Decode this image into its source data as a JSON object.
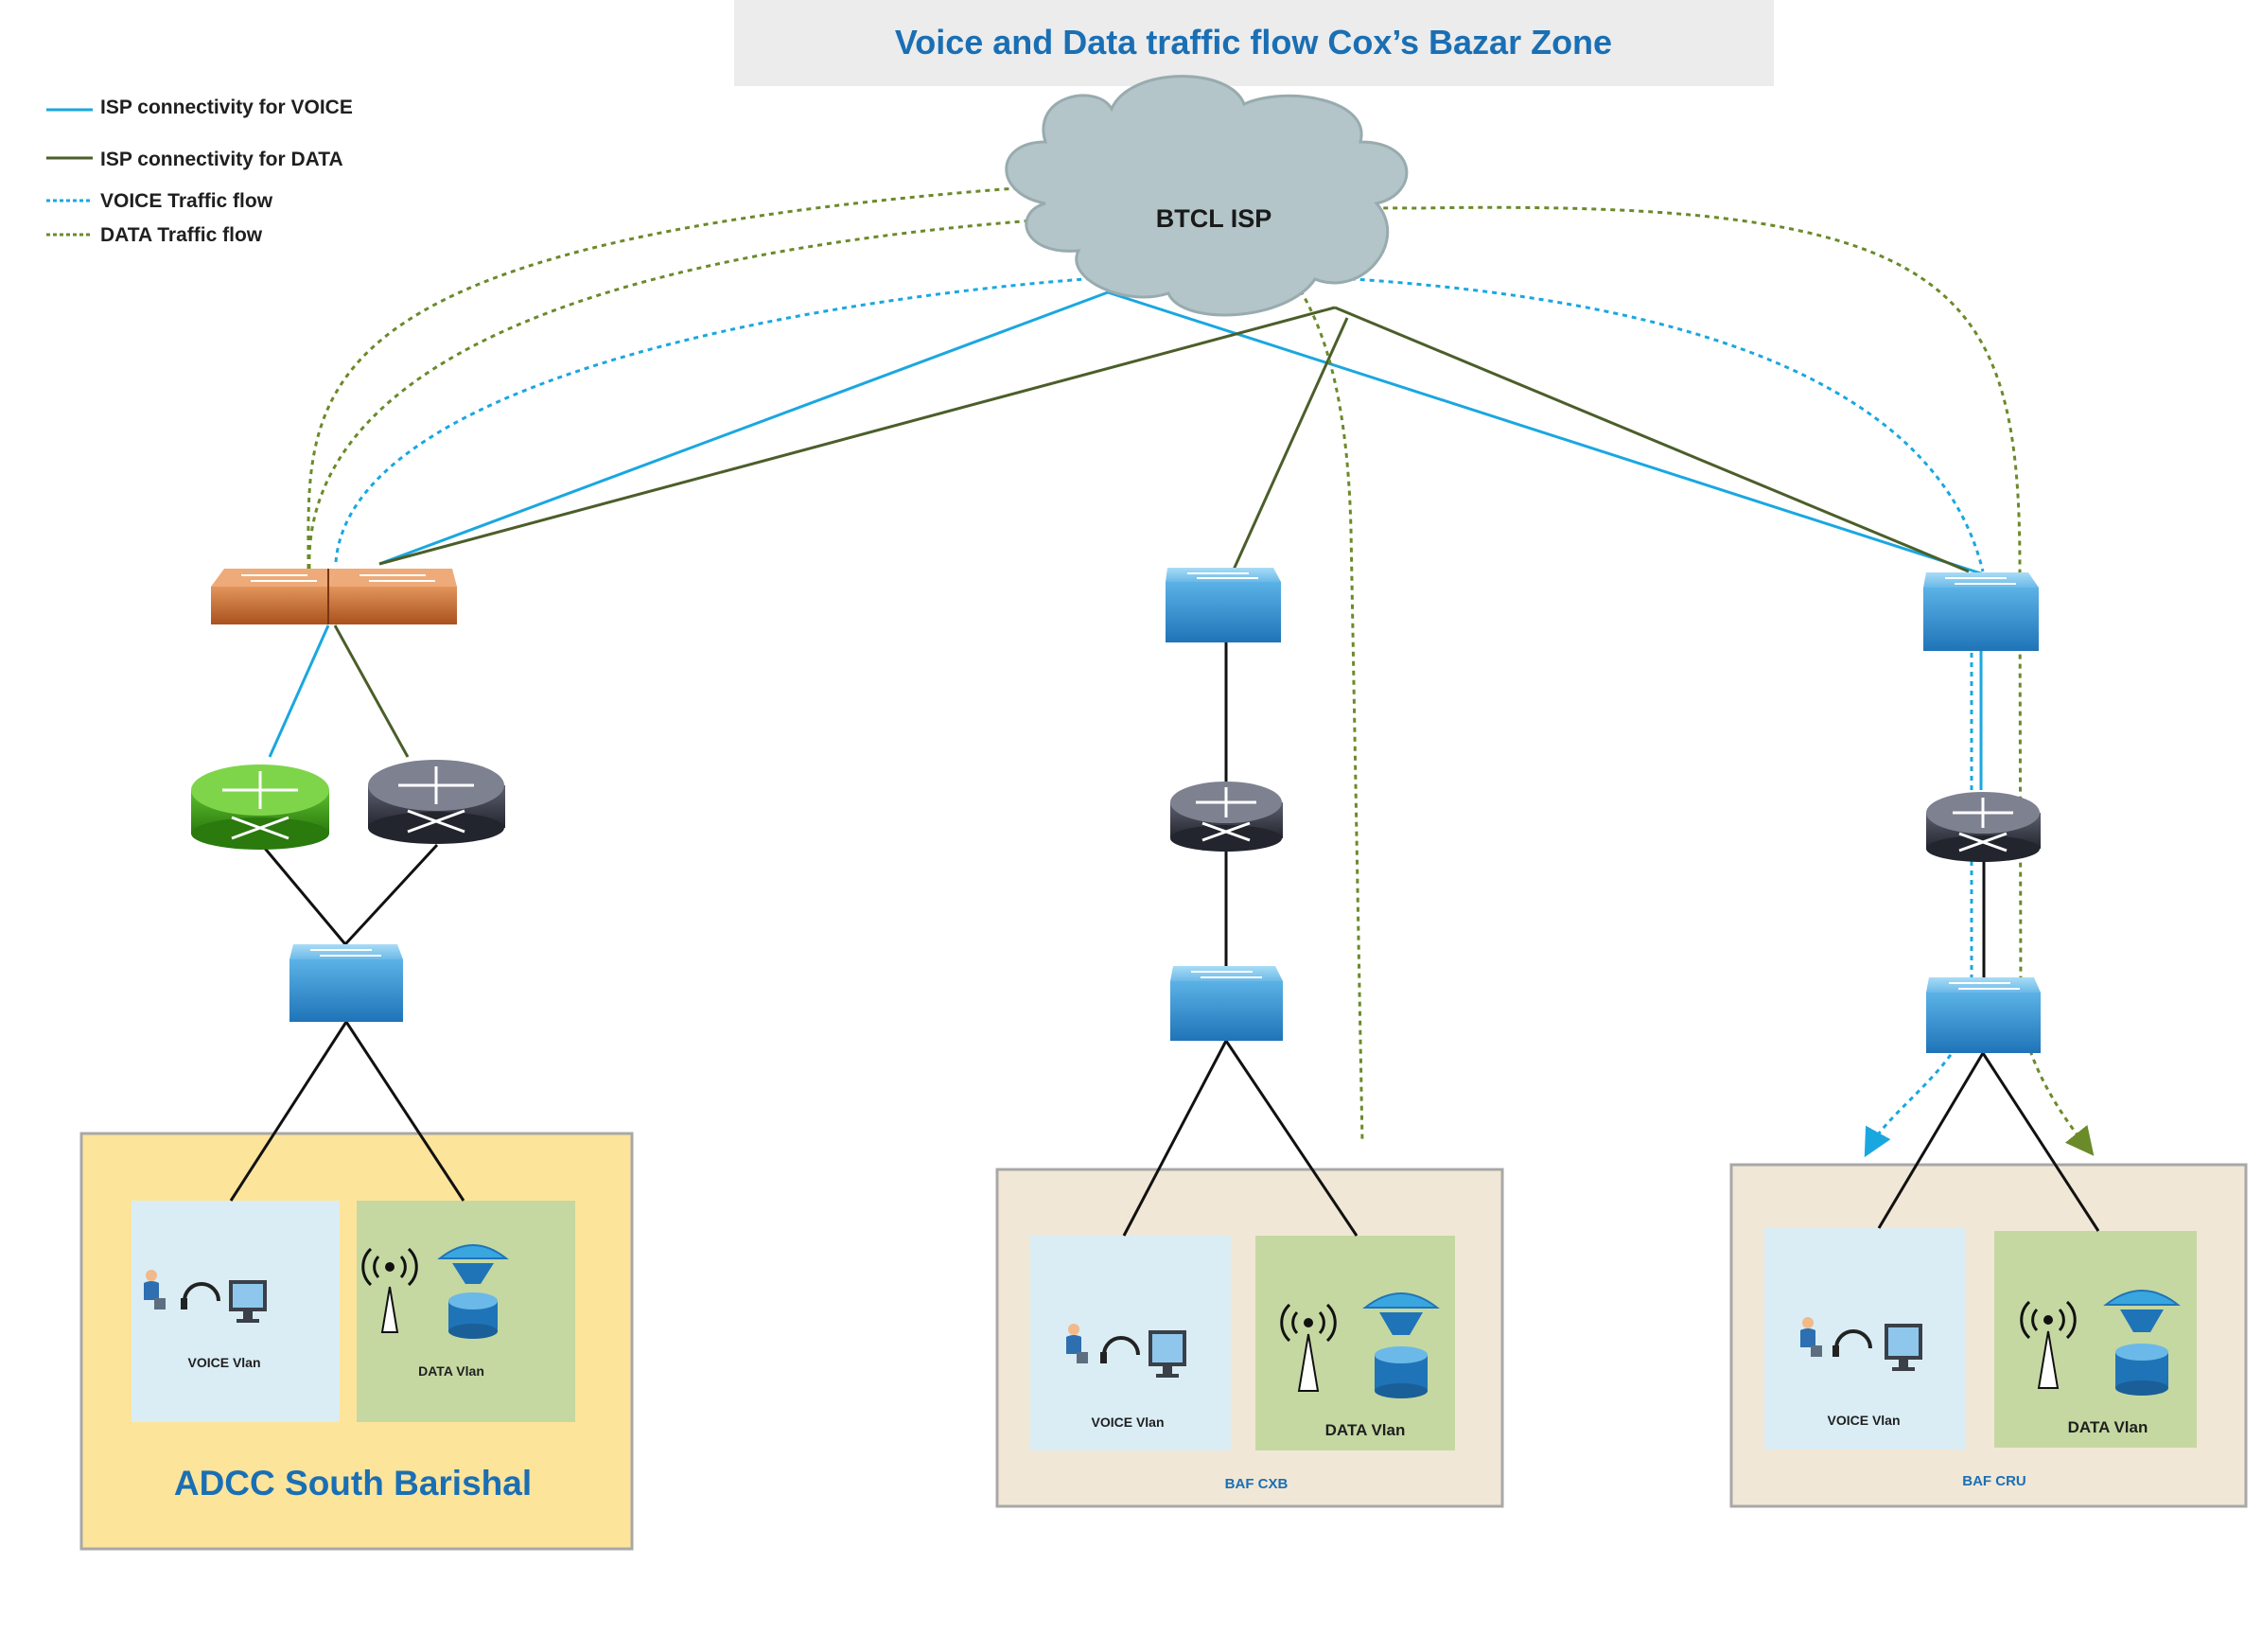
{
  "title": "Voice and Data traffic flow Cox’s Bazar Zone",
  "legend": [
    {
      "label": "ISP connectivity for VOICE",
      "style": "solid",
      "color": "#1aa7e0"
    },
    {
      "label": "ISP connectivity for DATA",
      "style": "solid",
      "color": "#4b5e2a"
    },
    {
      "label": "VOICE Traffic flow",
      "style": "dotted",
      "color": "#1aa7e0"
    },
    {
      "label": "DATA Traffic flow",
      "style": "dotted",
      "color": "#6b8a2a"
    }
  ],
  "isp": {
    "label": "BTCL ISP"
  },
  "sites": [
    {
      "name": "ADCC South Barishal",
      "voice_label": "VOICE Vlan",
      "data_label": "DATA Vlan"
    },
    {
      "name": "BAF CXB",
      "voice_label": "VOICE Vlan",
      "data_label": "DATA Vlan"
    },
    {
      "name": "BAF CRU",
      "voice_label": "VOICE Vlan",
      "data_label": "DATA Vlan"
    }
  ],
  "colors": {
    "voice": "#1aa7e0",
    "data_line": "#4b5e2a",
    "data_flow": "#6b8a2a",
    "title_bg": "#ececec",
    "cloud": "#b3c5c8",
    "adcc_bg": "#fde49b",
    "baf_bg": "#f1e7d6",
    "voice_vlan_bg": "#daedf5",
    "data_vlan_bg": "#c5d8a2"
  }
}
